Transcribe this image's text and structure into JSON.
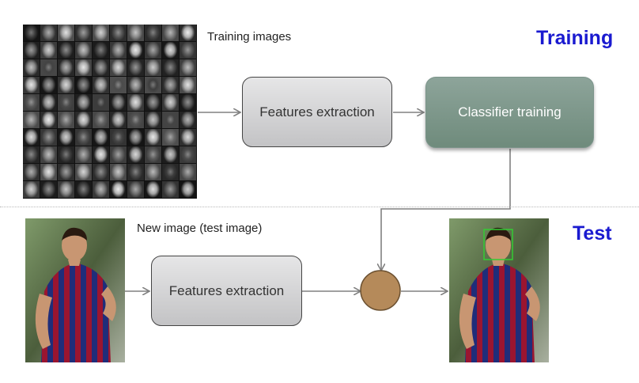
{
  "headings": {
    "training": "Training",
    "test": "Test"
  },
  "captions": {
    "training_images": "Training images",
    "new_image": "New image (test image)"
  },
  "boxes": {
    "train_features": "Features extraction",
    "classifier": "Classifier training",
    "test_features": "Features extraction"
  },
  "colors": {
    "heading": "#1a1ad0",
    "classifier_box": "#7a9486",
    "decision_circle": "#b58a5a",
    "arrow": "#808080",
    "detection_box": "#33cc33"
  }
}
